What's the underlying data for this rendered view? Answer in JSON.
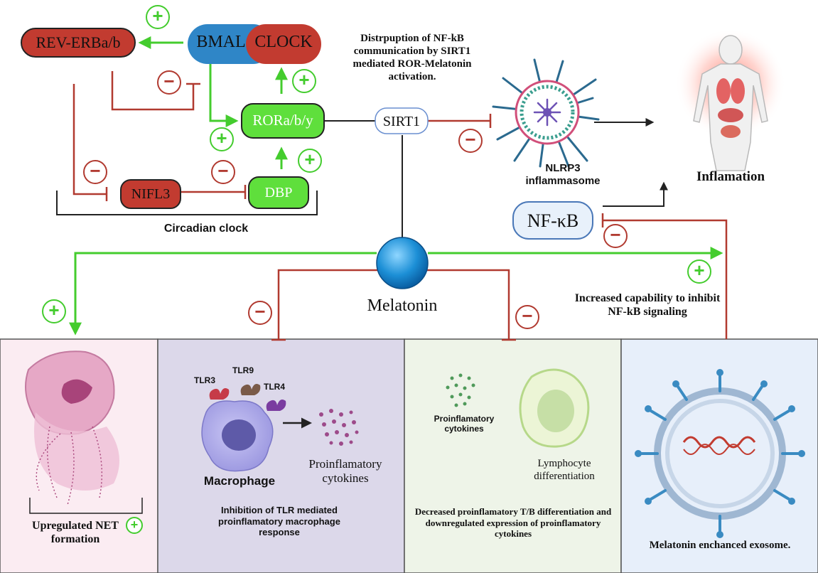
{
  "colors": {
    "activate": "#44cc2e",
    "inhibit": "#b13a30",
    "line": "#222222",
    "rev_erb": "#c23b30",
    "bmal": "#2f86c7",
    "clock": "#c23b30",
    "ror": "#5fdf3c",
    "panel1": "#fbecf2",
    "panel2": "#dcd8ea",
    "panel3": "#eef4e8",
    "panel4": "#e7effa"
  },
  "nodes": {
    "rev_erb": "REV-ERBa/b",
    "bmal": "BMAL",
    "clock": "CLOCK",
    "ror": "RORa/b/y",
    "nifl3": "NIFL3",
    "dbp": "DBP",
    "sirt1": "SIRT1",
    "nfkb": "NF-κB",
    "melatonin": "Melatonin"
  },
  "labels": {
    "circadian": "Circadian clock",
    "disruption": "Distrpuption of NF-kB communication by SIRT1 mediated ROR-Melatonin activation.",
    "nlrp3": "NLRP3 inflammasome",
    "inflammation": "Inflamation",
    "increased": "Increased capability to inhibit NF-kB signaling"
  },
  "signs": {
    "plus": "+",
    "minus": "−"
  },
  "panels": {
    "net": {
      "caption": "Upregulated NET formation"
    },
    "macrophage": {
      "tlr3": "TLR3",
      "tlr9": "TLR9",
      "tlr4": "TLR4",
      "cell": "Macrophage",
      "cytokines": "Proinflamatory cytokines",
      "caption": "Inhibition of TLR mediated proinflamatory macrophage response"
    },
    "lymphocyte": {
      "cytokines": "Proinflamatory cytokines",
      "cell": "Lymphocyte differentiation",
      "caption": "Decreased proinflamatory T/B differentiation and downregulated expression of proinflamatory cytokines"
    },
    "exosome": {
      "caption": "Melatonin enchanced exosome."
    }
  }
}
